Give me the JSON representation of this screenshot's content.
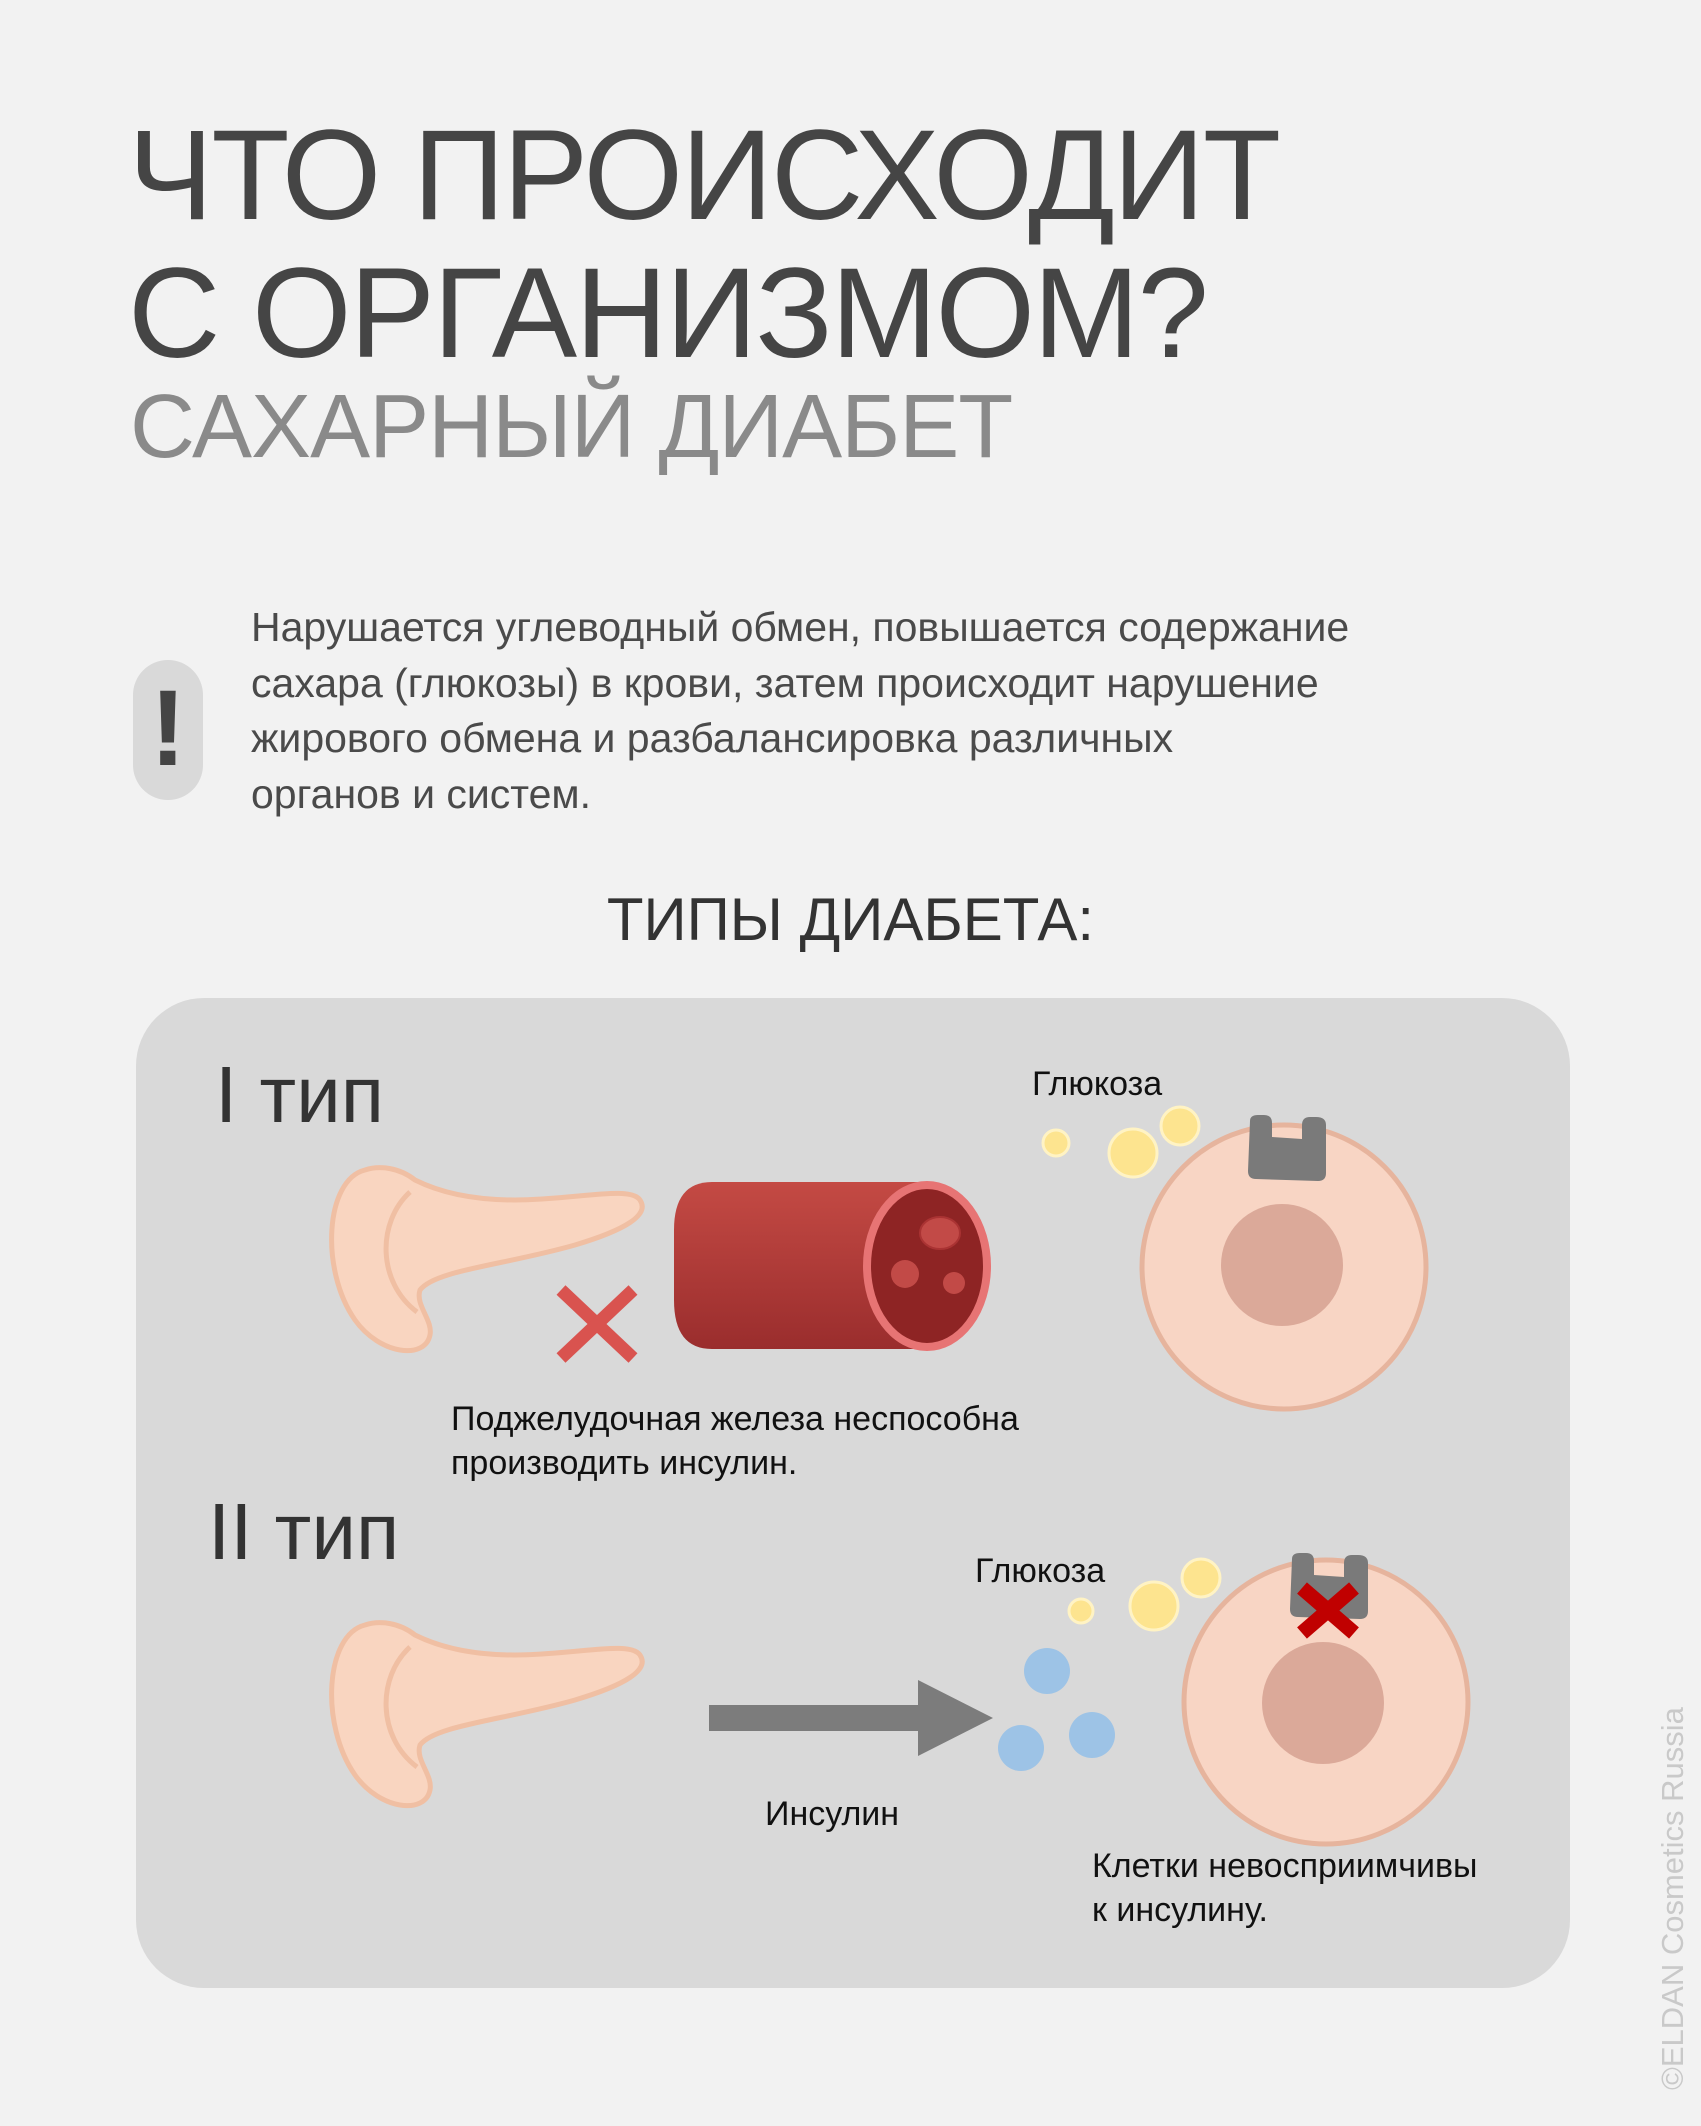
{
  "header": {
    "title_line1": "ЧТО ПРОИСХОДИТ",
    "title_line2": "С ОРГАНИЗМОМ?",
    "subtitle": "САХАРНЫЙ ДИАБЕТ"
  },
  "notice": {
    "icon": "exclamation-icon",
    "icon_glyph": "!",
    "lines": [
      "Нарушается углеводный обмен, повышается содержание",
      "сахара (глюкозы) в крови, затем происходит нарушение",
      "жирового обмена и разбалансировка различных",
      "органов и систем."
    ]
  },
  "types_heading": "ТИПЫ ДИАБЕТА:",
  "type1": {
    "label": "I тип",
    "glucose_label": "Глюкоза",
    "caption_lines": [
      "Поджелудочная железа неспособна",
      "производить инсулин."
    ]
  },
  "type2": {
    "label": "II тип",
    "glucose_label": "Глюкоза",
    "insulin_label": "Инсулин",
    "caption_lines": [
      "Клетки невосприимчивы",
      "к инсулину."
    ]
  },
  "watermark": "©ELDAN Cosmetics Russia",
  "colors": {
    "background": "#f2f2f2",
    "card": "#d9d9d9",
    "cell": "#f8d5c4",
    "nucleus": "#dba999",
    "glucose": "#fde48f",
    "insulin": "#9dc3e6",
    "receptor": "#7a7a7a",
    "cross_type1": "#d9534f",
    "cross_type2": "#c00000",
    "vessel": "#b53d3d"
  }
}
